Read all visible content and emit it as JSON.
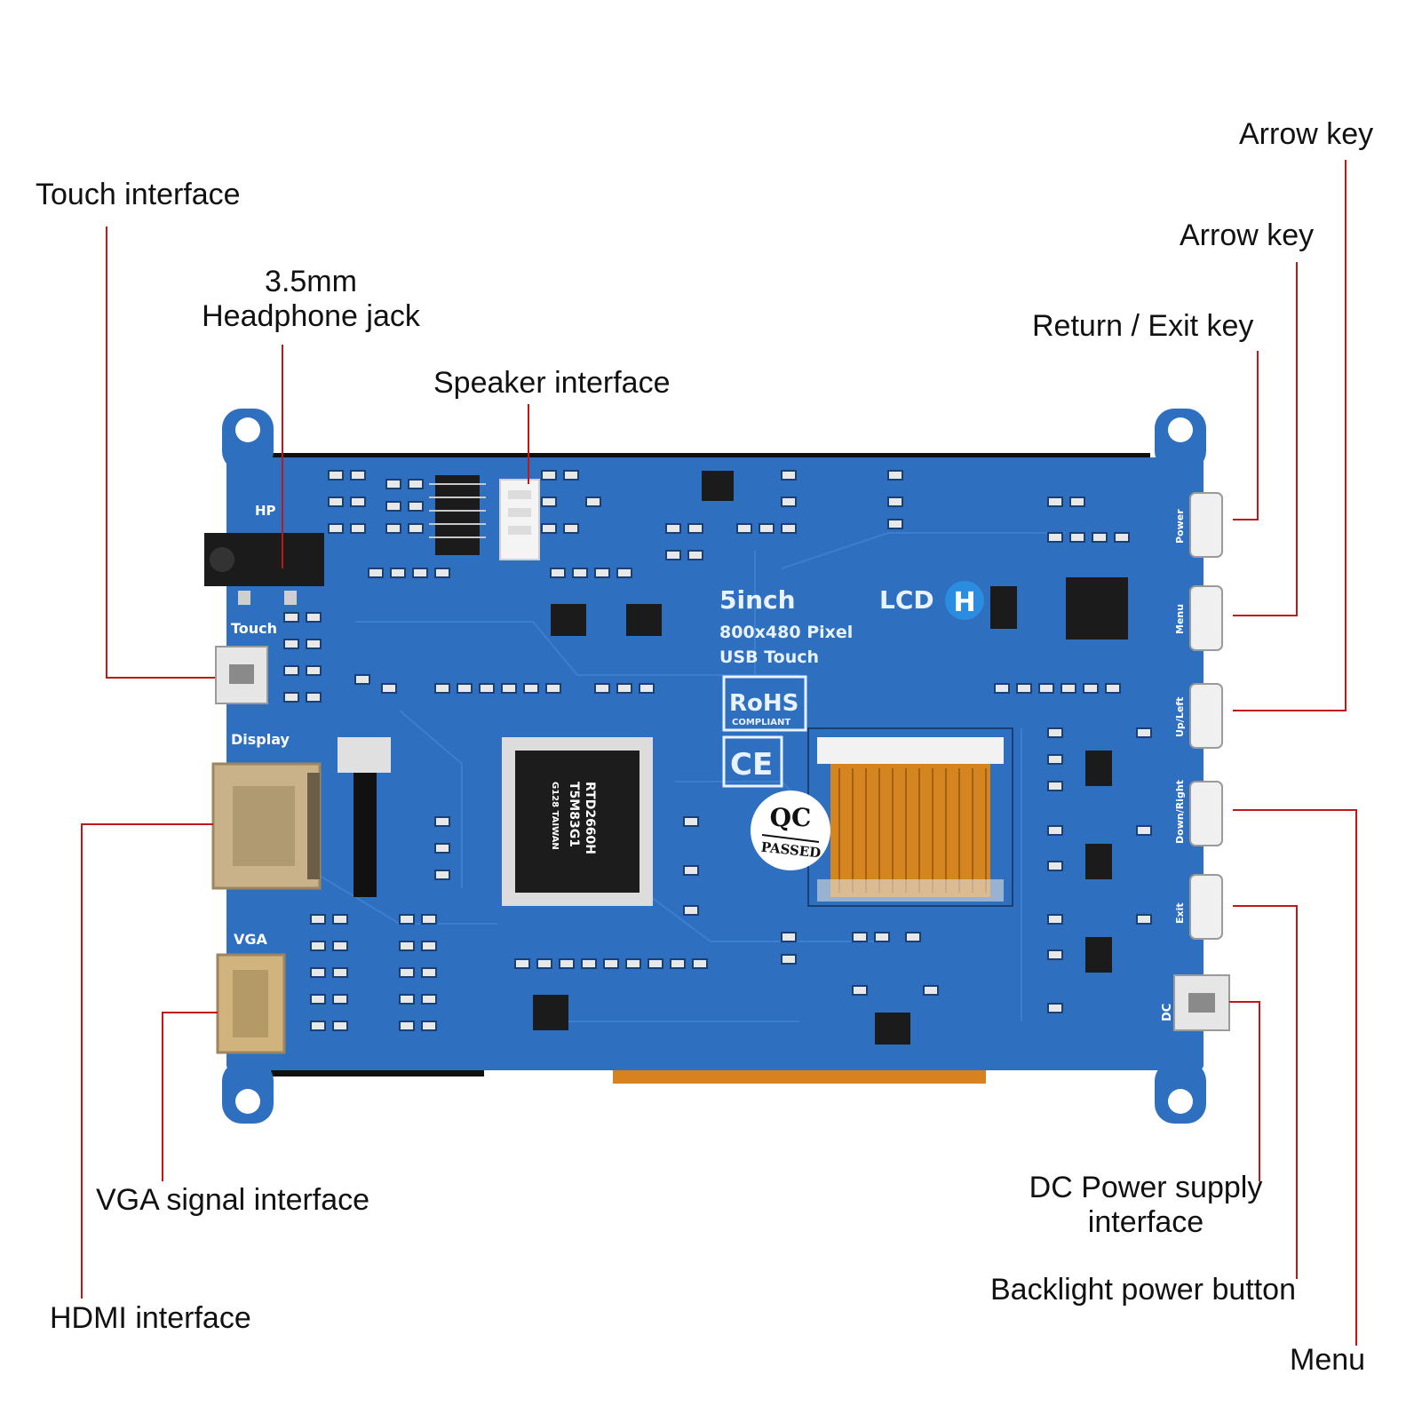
{
  "colors": {
    "pcb": "#2f6fbf",
    "pcb_dark": "#245aa0",
    "trace": "#3b7fd0",
    "leader": "#c01818",
    "badge": "#2a8de0"
  },
  "labels": {
    "touch": "Touch interface",
    "headphone_line1": "3.5mm",
    "headphone_line2": "Headphone jack",
    "speaker": "Speaker interface",
    "arrow_key_1": "Arrow key",
    "arrow_key_2": "Arrow key",
    "return_exit": "Return / Exit key",
    "vga": "VGA signal interface",
    "hdmi": "HDMI interface",
    "dc_line1": "DC Power supply",
    "dc_line2": "interface",
    "backlight": "Backlight power button",
    "menu": "Menu"
  },
  "board": {
    "size": "5inch",
    "lcd": "LCD",
    "lcd_badge": "H",
    "resolution": "800x480 Pixel",
    "touch": "USB Touch",
    "rohs": "RoHS",
    "rohs_sub": "COMPLIANT",
    "ce": "CE",
    "qc": "QC",
    "qc_sub": "PASSED",
    "silk_hp": "HP",
    "silk_touch": "Touch",
    "silk_display": "Display",
    "silk_vga": "VGA",
    "silk_dc": "DC",
    "button_power": "Power",
    "button_menu": "Menu",
    "button_upleft": "Up/Left",
    "button_downright": "Down/Right",
    "button_exit": "Exit",
    "chip_line1": "RTD2660H",
    "chip_line2": "T5M83G1",
    "chip_line3": "G128 TAIWAN"
  }
}
